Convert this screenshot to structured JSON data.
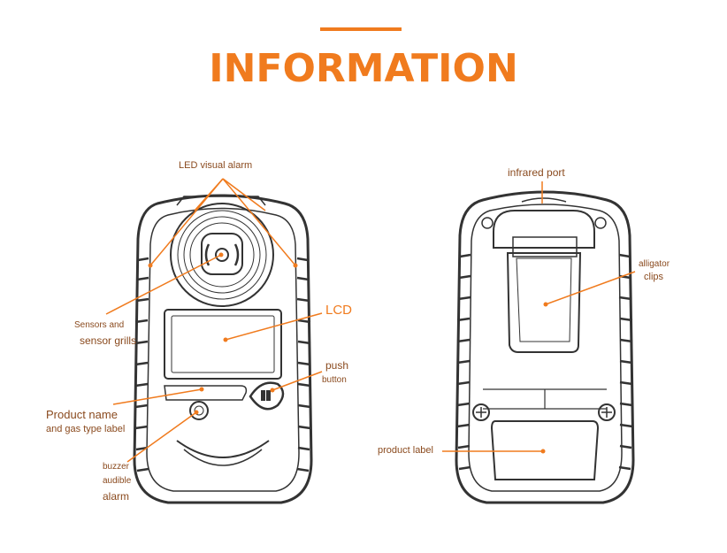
{
  "header": {
    "title": "INFORMATION"
  },
  "labels": {
    "led": "LED visual alarm",
    "sensors_1": "Sensors and",
    "sensors_2": "sensor grills",
    "lcd": "LCD",
    "push_1": "push",
    "push_2": "button",
    "product_1": "Product name",
    "product_2": "and gas type label",
    "buzzer_1": "buzzer",
    "buzzer_2": "audible",
    "buzzer_3": "alarm",
    "infrared": "infrared port",
    "clip_1": "alligator",
    "clip_2": "clips",
    "product_label": "product label"
  },
  "colors": {
    "accent": "#f07b1e",
    "label_text": "#8a4a1e",
    "drawing": "#333333"
  }
}
